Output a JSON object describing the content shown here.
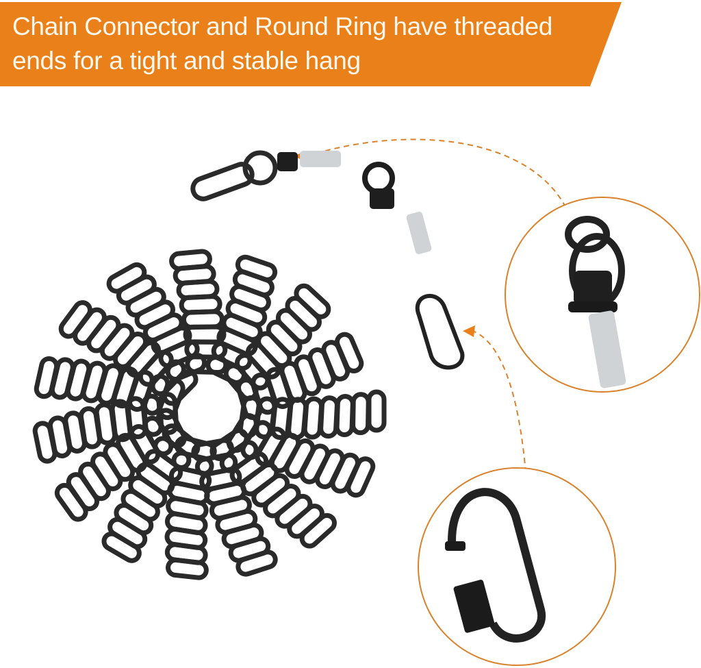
{
  "banner": {
    "line1": "Chain Connector and Round Ring have threaded",
    "line2": "ends for a tight and stable hang",
    "color": "#e9801a"
  },
  "colors": {
    "chain": "#2a2a2a",
    "accent_line": "#d9822b",
    "thread": "#cfd3d6"
  },
  "callouts": [
    {
      "name": "threaded-ring-connector"
    },
    {
      "name": "quick-link-connector"
    }
  ]
}
